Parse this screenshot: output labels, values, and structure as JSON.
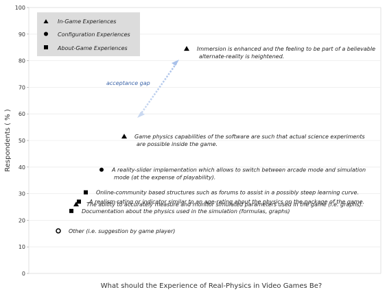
{
  "chart_data": {
    "type": "scatter",
    "title": "",
    "xlabel": "What should the Experience of Real-Physics in Video Games Be?",
    "ylabel": "Respondents ( % )",
    "ylim": [
      0,
      100
    ],
    "yticks": [
      0,
      10,
      20,
      30,
      40,
      50,
      60,
      70,
      80,
      90,
      100
    ],
    "grid": true,
    "legend_position": "top-left",
    "legend": [
      {
        "name": "In-Game Experiences",
        "marker": "triangle"
      },
      {
        "name": "Configuration Experiences",
        "marker": "circle"
      },
      {
        "name": "About-Game Experiences",
        "marker": "square"
      }
    ],
    "points": [
      {
        "marker": "triangle",
        "y": 84.5,
        "label": [
          "Immersion is enhanced and the feeling to be part of a believable",
          "alternate-reality is heightened."
        ]
      },
      {
        "marker": "triangle",
        "y": 51.5,
        "label": [
          "Game physics capabilities of the software are such that actual science experiments",
          "are possible inside the game."
        ]
      },
      {
        "marker": "circle",
        "y": 39,
        "label": [
          "A reality-slider implementation which allows to switch between arcade mode and simulation",
          "mode (at the expense of playability)."
        ]
      },
      {
        "marker": "square",
        "y": 30.5,
        "label": [
          "Online-community based structures such as forums to assist in a possibly steep learning curve."
        ]
      },
      {
        "marker": "square",
        "y": 27,
        "label": [
          "A realism-rating or indicator similar to an age-rating about the physics on the package of the game."
        ]
      },
      {
        "marker": "triangle",
        "y": 26,
        "label": [
          "The ability to accurately measure and monitor simulated parameters used in the game (i.e. graphs)."
        ]
      },
      {
        "marker": "square",
        "y": 23.5,
        "label": [
          "Documentation about the physics used in the simulation (formulas, graphs)"
        ]
      },
      {
        "marker": "circle-open",
        "y": 16,
        "label": [
          "Other (i.e. suggestion by game player)"
        ]
      }
    ],
    "annotation": {
      "text": "acceptance gap",
      "arrow_from_y": 58,
      "arrow_to_y": 80.5
    }
  }
}
